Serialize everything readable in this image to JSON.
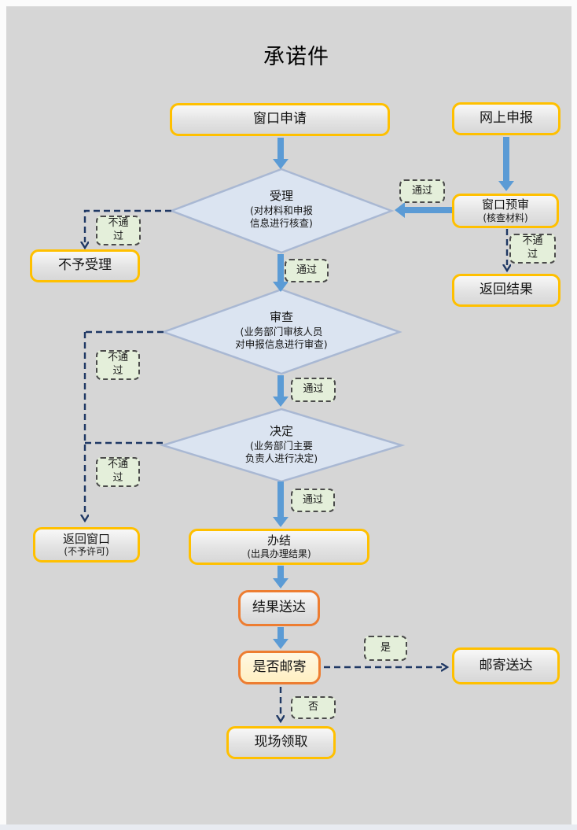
{
  "title": "承诺件",
  "nodes": {
    "window_apply": {
      "label": "窗口申请"
    },
    "online_declare": {
      "label": "网上申报"
    },
    "window_preview": {
      "label": "窗口预审",
      "sub": "(核查材料)"
    },
    "reject_accept": {
      "label": "不予受理"
    },
    "return_result": {
      "label": "返回结果"
    },
    "return_window": {
      "label": "返回窗口",
      "sub": "(不予许可)"
    },
    "complete": {
      "label": "办结",
      "sub": "(出具办理结果)"
    },
    "result_delivery": {
      "label": "结果送达"
    },
    "mail_decision": {
      "label": "是否邮寄"
    },
    "mail_delivery": {
      "label": "邮寄送达"
    },
    "onsite_pickup": {
      "label": "现场领取"
    }
  },
  "decisions": {
    "accept": {
      "label": "受理",
      "sub1": "(对材料和申报",
      "sub2": "信息进行核查)"
    },
    "review": {
      "label": "审查",
      "sub1": "(业务部门审核人员",
      "sub2": "对申报信息进行审查)"
    },
    "decide": {
      "label": "决定",
      "sub1": "(业务部门主要",
      "sub2": "负责人进行决定)"
    }
  },
  "edge_labels": {
    "preview_pass": "通过",
    "preview_fail": "不通过",
    "accept_fail": "不通过",
    "accept_pass": "通过",
    "review_fail": "不通过",
    "review_pass": "通过",
    "decide_fail": "不通过",
    "decide_pass": "通过",
    "mail_yes": "是",
    "mail_no": "否"
  },
  "colors": {
    "canvas_bg": "#D6D6D6",
    "node_border_yellow": "#FFC000",
    "node_border_orange": "#ED7D31",
    "node_fill_gray_top": "#F8F8F8",
    "node_fill_gray_bottom": "#D7D7D7",
    "node_fill_cream": "#FFF2CC",
    "diamond_fill": "#DBE4F1",
    "diamond_border": "#A9B8D3",
    "solid_arrow": "#5B9BD5",
    "dashed_arrow": "#1F3864",
    "tag_fill": "#E4EFDA",
    "tag_border": "#4A4A4A"
  }
}
